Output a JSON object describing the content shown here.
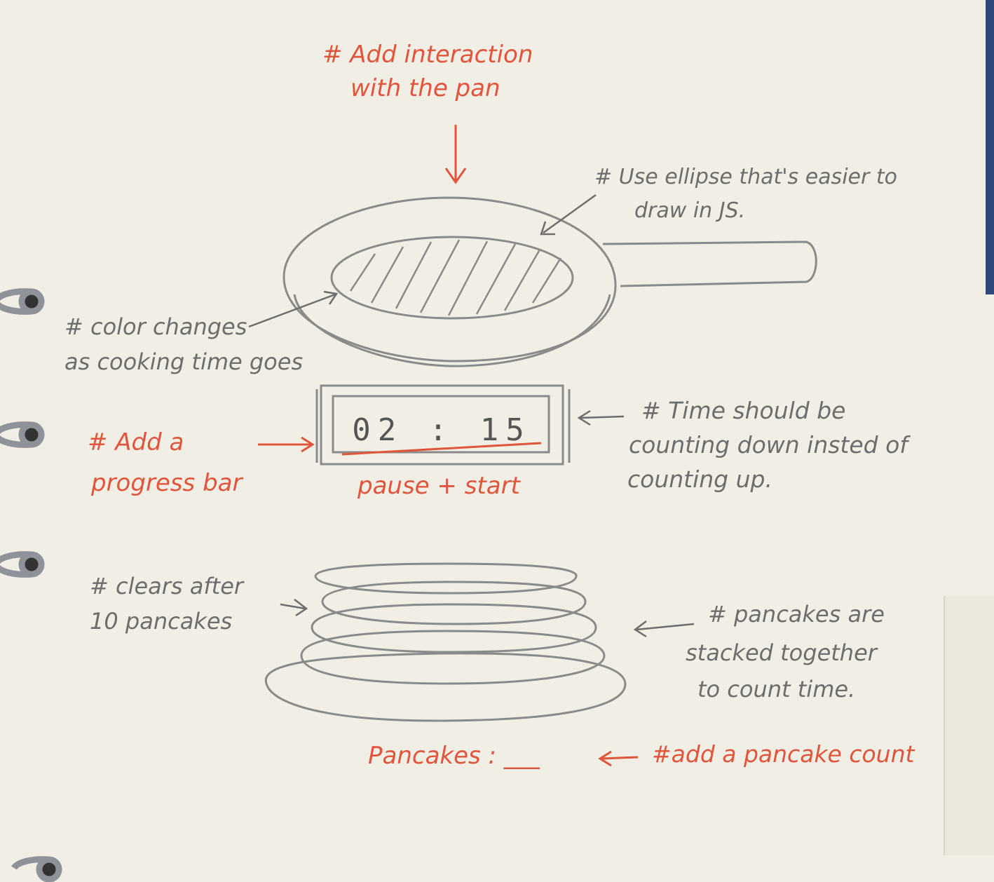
{
  "annotations": {
    "pan_interaction": [
      "# Add interaction",
      "with the pan"
    ],
    "ellipse": [
      "# Use ellipse that's easier to",
      "draw in JS."
    ],
    "color_change": [
      "# color changes",
      "as cooking time goes"
    ],
    "progress_bar": [
      "# Add a",
      "progress bar"
    ],
    "countdown": [
      "# Time should be",
      "counting down insted of",
      "counting up."
    ],
    "clears": [
      "# clears after",
      "10 pancakes"
    ],
    "stacked": [
      "# pancakes are",
      "stacked together",
      "to count time."
    ],
    "pancake_count": "#add a pancake count"
  },
  "timer": {
    "value": "02 : 15",
    "controls_label": "pause + start"
  },
  "pancake_counter_label": "Pancakes : ___",
  "colors": {
    "red_ink": "#e0553b",
    "pencil": "#8a8a8a",
    "paper": "#f1eee5"
  }
}
